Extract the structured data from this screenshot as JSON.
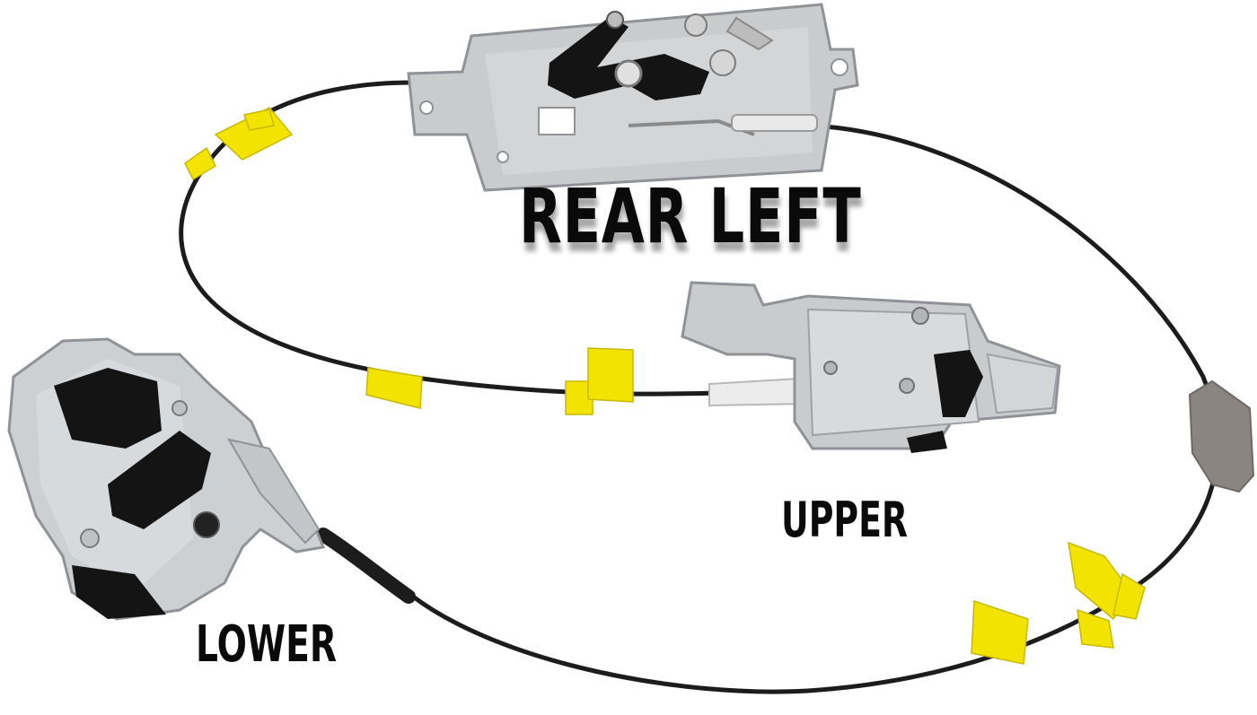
{
  "labels": {
    "rear_left": "REAR LEFT",
    "upper": "UPPER",
    "lower": "LOWER"
  },
  "colors": {
    "background": "#ffffff",
    "cable": "#1c1c1c",
    "metal_plate": "#c9cbcd",
    "metal_shadow": "#8f9296",
    "latch_black": "#141414",
    "yellow_clip": "#f2e400",
    "foam_pad": "#8a8580",
    "label_text": "#0a0a0a"
  },
  "icons": [
    "rear-latch-plate-icon",
    "upper-latch-icon",
    "lower-latch-icon",
    "cable-icon",
    "yellow-clip-icon",
    "foam-pad-icon"
  ]
}
